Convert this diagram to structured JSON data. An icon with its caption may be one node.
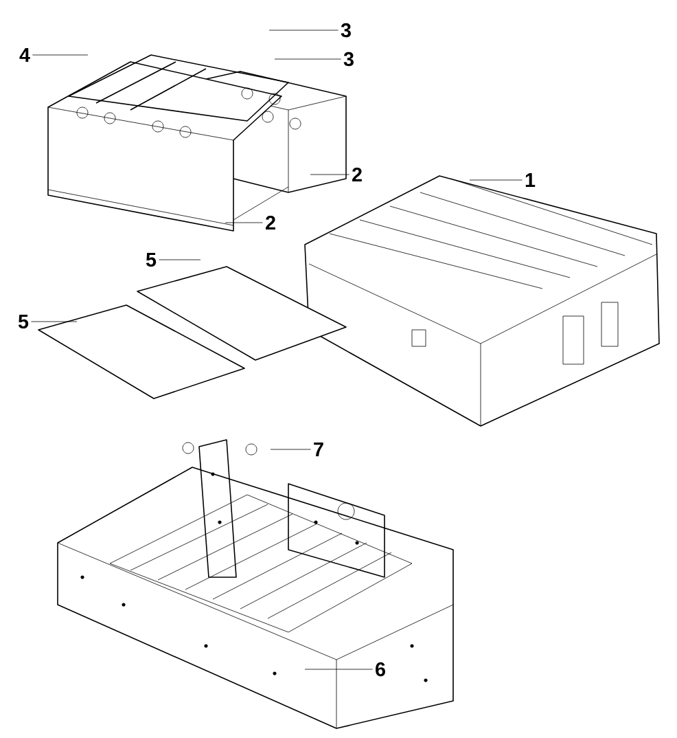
{
  "diagram": {
    "nodes": [
      {
        "text": [
          "4"
        ]
      },
      {
        "text": [
          "3"
        ]
      },
      {
        "text": [
          "3"
        ]
      },
      {
        "text": [
          "1"
        ]
      },
      {
        "text": [
          "2"
        ]
      },
      {
        "text": [
          "2"
        ]
      },
      {
        "text": [
          "5"
        ]
      },
      {
        "text": [
          "5"
        ]
      },
      {
        "text": [
          "7"
        ]
      },
      {
        "text": [
          "6"
        ]
      }
    ],
    "edges": [
      {
        "from": 0,
        "to": null,
        "arrow": "none"
      },
      {
        "from": 1,
        "to": null,
        "arrow": "none"
      },
      {
        "from": 2,
        "to": null,
        "arrow": "none"
      },
      {
        "from": 3,
        "to": null,
        "arrow": "none"
      },
      {
        "from": 4,
        "to": null,
        "arrow": "none"
      },
      {
        "from": 5,
        "to": null,
        "arrow": "none"
      },
      {
        "from": 6,
        "to": null,
        "arrow": "none"
      },
      {
        "from": 7,
        "to": null,
        "arrow": "none"
      },
      {
        "from": 8,
        "to": null,
        "arrow": "none"
      },
      {
        "from": 9,
        "to": null,
        "arrow": "none"
      }
    ]
  }
}
